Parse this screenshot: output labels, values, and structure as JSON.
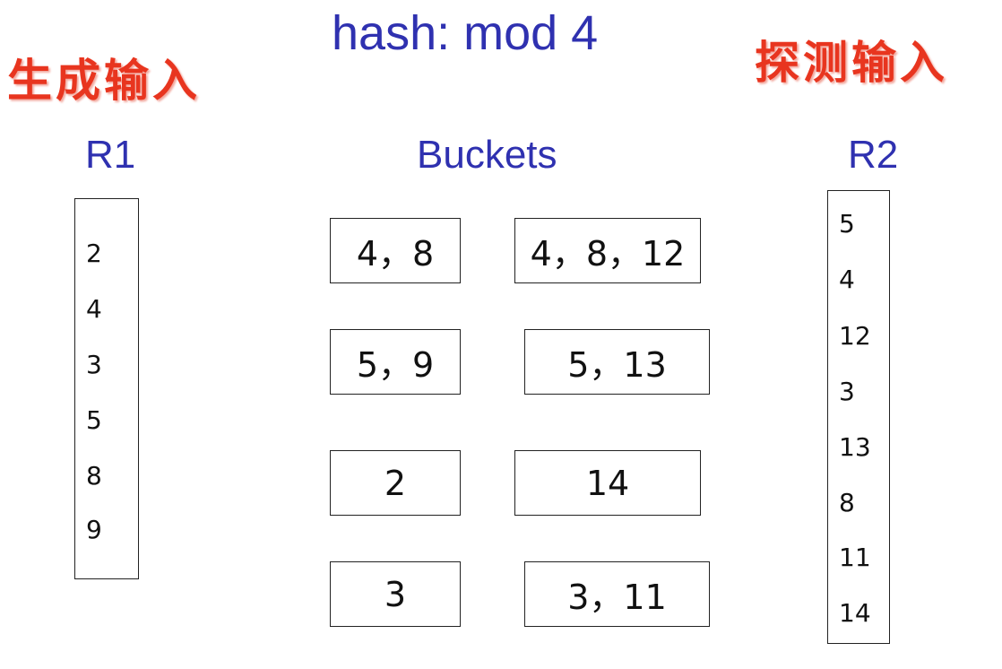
{
  "title": "hash: mod 4",
  "build_label": "生成输入",
  "probe_label": "探测输入",
  "r1": {
    "heading": "R1",
    "values": [
      "2",
      "4",
      "3",
      "5",
      "8",
      "9"
    ]
  },
  "buckets": {
    "heading": "Buckets",
    "left": [
      "4，8",
      "5，9",
      "2",
      "3"
    ],
    "right": [
      "4，8，12",
      "5，13",
      "14",
      "3，11"
    ]
  },
  "r2": {
    "heading": "R2",
    "values": [
      "5",
      "4",
      "12",
      "3",
      "13",
      "8",
      "11",
      "14"
    ]
  }
}
